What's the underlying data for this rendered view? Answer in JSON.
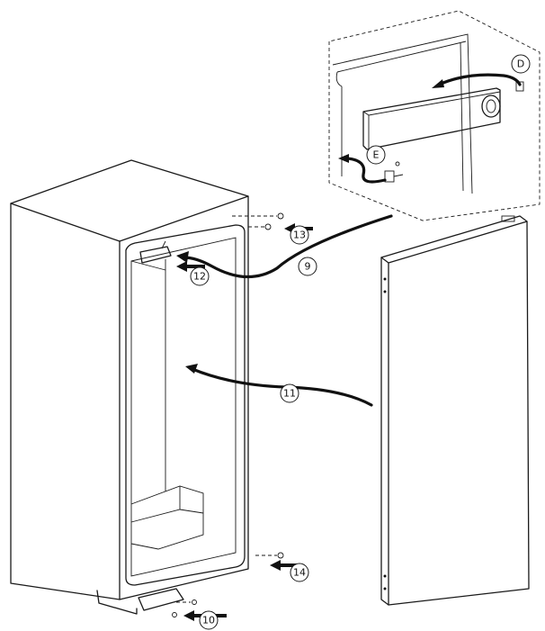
{
  "callouts": {
    "c9": "9",
    "c10": "10",
    "c11": "11",
    "c12": "12",
    "c13": "13",
    "c14": "14",
    "cD": "D",
    "cE": "E"
  }
}
